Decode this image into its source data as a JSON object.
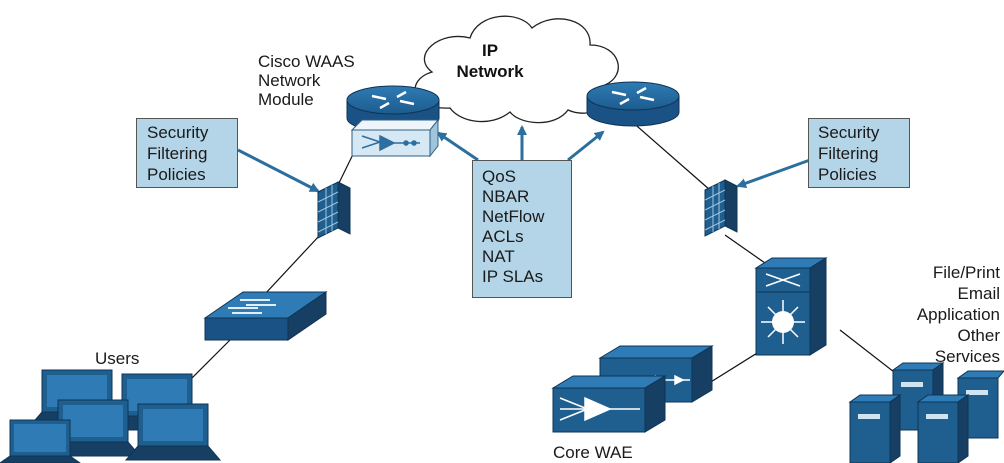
{
  "cloud": {
    "label": "IP\nNetwork"
  },
  "labels": {
    "network_module": "Cisco WAAS\nNetwork\nModule",
    "security_left": "Security\nFiltering\nPolicies",
    "security_right": "Security\nFiltering\nPolicies",
    "features": "QoS\nNBAR\nNetFlow\nACLs\nNAT\nIP SLAs",
    "services": "File/Print\nEmail\nApplication\nOther\nServices",
    "users": "Users",
    "core_wae": "Core WAE"
  },
  "colors": {
    "device_blue": "#1f5f8f",
    "device_dark": "#163f63",
    "box_fill": "#b4d5e8",
    "line": "#111111",
    "arrow": "#2a6f9e"
  }
}
